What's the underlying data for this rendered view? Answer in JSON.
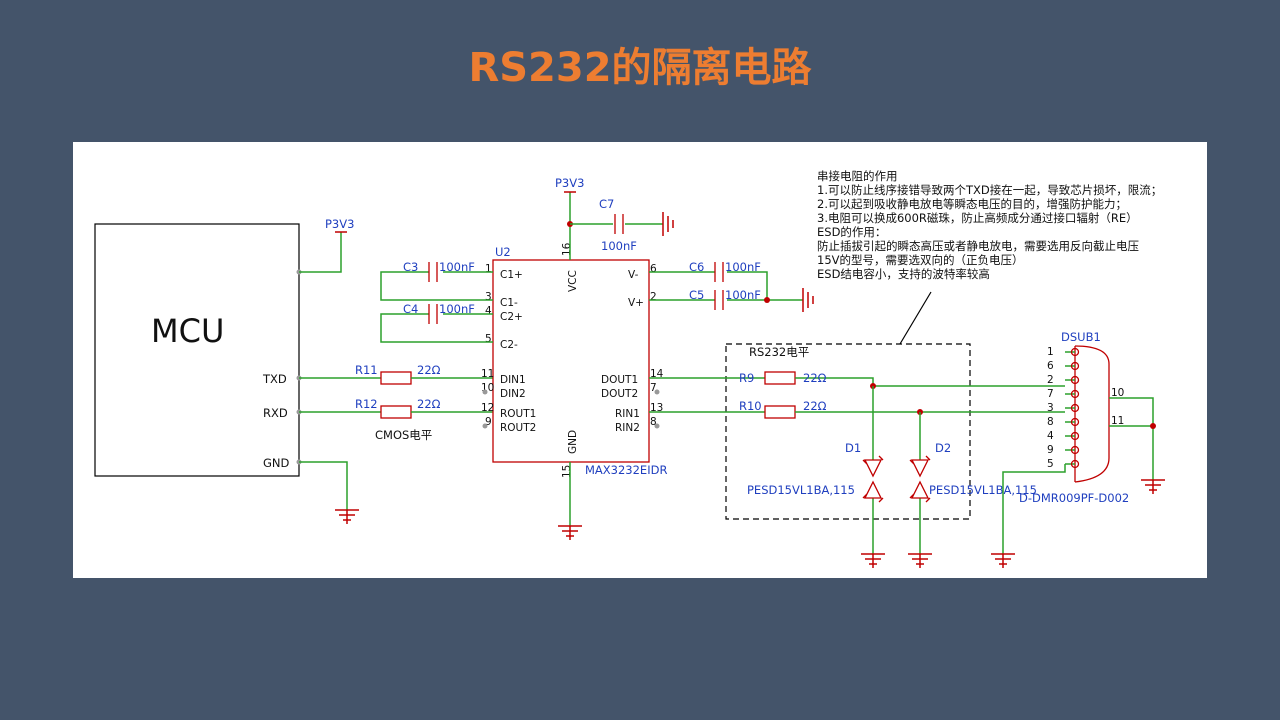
{
  "title": "RS232的隔离电路",
  "schematic": {
    "mcu": {
      "label": "MCU",
      "pins": [
        "TXD",
        "RXD",
        "GND"
      ]
    },
    "power_nets": [
      "P3V3",
      "P3V3"
    ],
    "chip": {
      "ref": "U2",
      "part": "MAX3232EIDR",
      "vcc_pin": "16",
      "vcc_label": "VCC",
      "gnd_pin": "15",
      "gnd_label": "GND",
      "left_pins": [
        {
          "num": "1",
          "name": "C1+"
        },
        {
          "num": "3",
          "name": "C1-"
        },
        {
          "num": "4",
          "name": "C2+"
        },
        {
          "num": "5",
          "name": "C2-"
        },
        {
          "num": "11",
          "name": "DIN1"
        },
        {
          "num": "10",
          "name": "DIN2"
        },
        {
          "num": "12",
          "name": "ROUT1"
        },
        {
          "num": "9",
          "name": "ROUT2"
        }
      ],
      "right_pins": [
        {
          "num": "6",
          "name": "V-"
        },
        {
          "num": "2",
          "name": "V+"
        },
        {
          "num": "14",
          "name": "DOUT1"
        },
        {
          "num": "7",
          "name": "DOUT2"
        },
        {
          "num": "13",
          "name": "RIN1"
        },
        {
          "num": "8",
          "name": "RIN2"
        }
      ]
    },
    "capacitors": [
      {
        "ref": "C7",
        "value": "100nF"
      },
      {
        "ref": "C3",
        "value": "100nF"
      },
      {
        "ref": "C4",
        "value": "100nF"
      },
      {
        "ref": "C6",
        "value": "100nF"
      },
      {
        "ref": "C5",
        "value": "100nF"
      }
    ],
    "resistors": [
      {
        "ref": "R11",
        "value": "22Ω"
      },
      {
        "ref": "R12",
        "value": "22Ω"
      },
      {
        "ref": "R9",
        "value": "22Ω"
      },
      {
        "ref": "R10",
        "value": "22Ω"
      }
    ],
    "cmos_label": "CMOS电平",
    "rs232_label": "RS232电平",
    "diodes": [
      {
        "ref": "D1",
        "part": "PESD15VL1BA,115"
      },
      {
        "ref": "D2",
        "part": "PESD15VL1BA,115"
      }
    ],
    "connector": {
      "ref": "DSUB1",
      "part": "D-DMR009PF-D002",
      "pins": [
        "1",
        "6",
        "2",
        "7",
        "3",
        "8",
        "4",
        "9",
        "5"
      ],
      "shell_pins": [
        "10",
        "11"
      ]
    },
    "notes": [
      "串接电阻的作用",
      "1.可以防止线序接错导致两个TXD接在一起，导致芯片损坏，限流；",
      "2.可以起到吸收静电放电等瞬态电压的目的，增强防护能力；",
      "3.电阻可以换成600R磁珠，防止高频成分通过接口辐射（RE）",
      "ESD的作用：",
      "防止插拔引起的瞬态高压或者静电放电，需要选用反向截止电压",
      "15V的型号，需要选双向的（正负电压）",
      "ESD结电容小，支持的波特率较高"
    ]
  }
}
